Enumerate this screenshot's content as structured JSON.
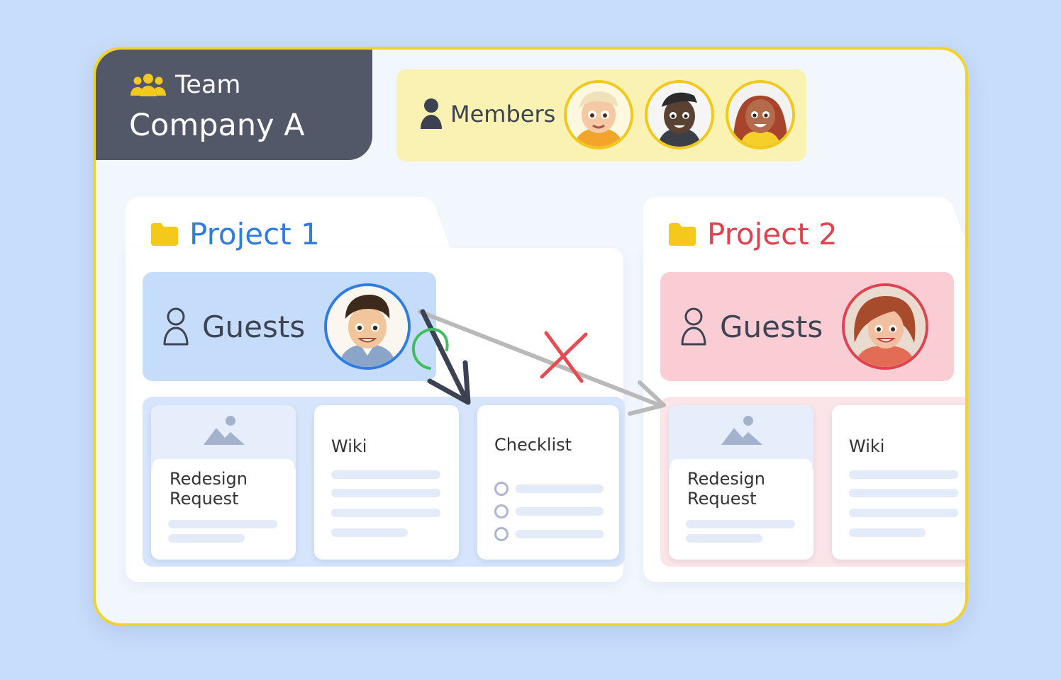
{
  "team": {
    "label": "Team",
    "name": "Company A"
  },
  "members": {
    "label": "Members"
  },
  "projects": [
    {
      "title": "Project 1",
      "title_color": "#2f7de2",
      "guests_label": "Guests",
      "guests_bg": "#c6dcfb",
      "tray_bg": "#d6e5fb",
      "cards": {
        "request": "Redesign\nRequest",
        "wiki": "Wiki",
        "checklist": "Checklist"
      }
    },
    {
      "title": "Project 2",
      "title_color": "#e0424f",
      "guests_label": "Guests",
      "guests_bg": "#f9cdd3",
      "tray_bg": "#fbe5e8",
      "cards": {
        "request": "Redesign\nRequest",
        "wiki": "Wiki"
      }
    }
  ],
  "colors": {
    "frame_border": "#f2d32a",
    "team_bg": "#525868",
    "members_bg": "#faf2b3",
    "allowed": "#3fbf5a",
    "denied": "#e84a52"
  },
  "icons": [
    "team-icon",
    "person-icon",
    "folder-icon",
    "guest-person-icon",
    "image-icon",
    "checkmark-icon",
    "cross-icon"
  ]
}
